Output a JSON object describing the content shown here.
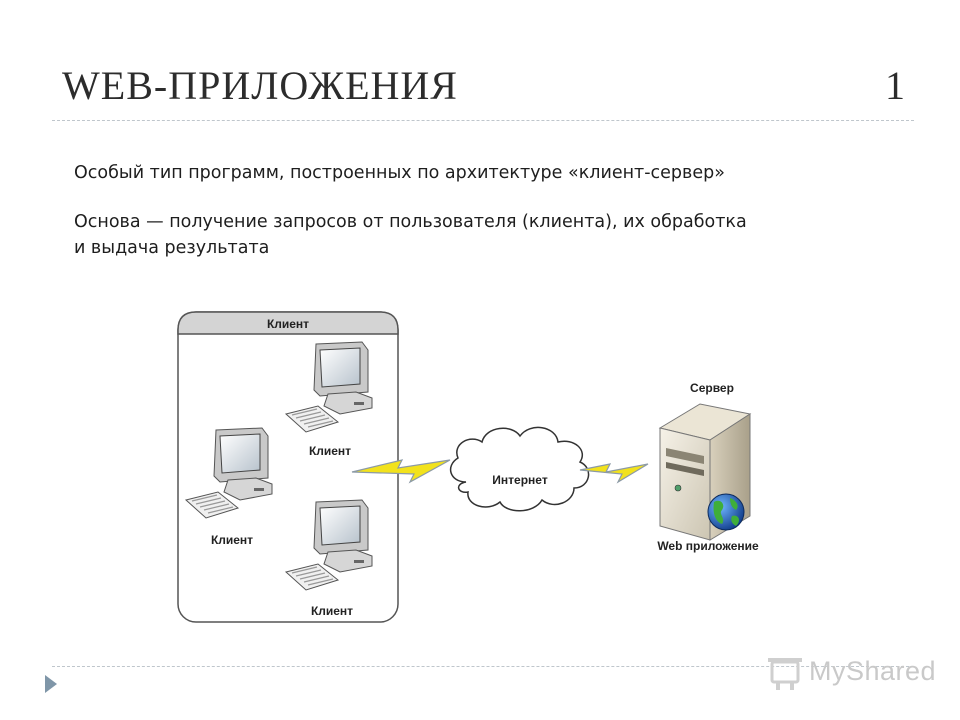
{
  "slide": {
    "title": "WEB-ПРИЛОЖЕНИЯ",
    "number": "1"
  },
  "content": {
    "paragraph1": "Особый тип программ, построенных по архитектуре «клиент-сервер»",
    "paragraph2_line1": "Основа — получение запросов от пользователя (клиента), их обработка",
    "paragraph2_line2": "и выдача результата"
  },
  "diagram": {
    "client_group_title": "Клиент",
    "client_labels": [
      "Клиент",
      "Клиент",
      "Клиент"
    ],
    "internet_label": "Интернет",
    "server_title": "Сервер",
    "server_caption": "Web приложение"
  },
  "watermark": {
    "text": "MyShared"
  },
  "colors": {
    "accent": "#7f96a8",
    "lightning": "#f2e21c",
    "lightning_outline": "#aab7c4",
    "rule": "#bfc6cc"
  }
}
